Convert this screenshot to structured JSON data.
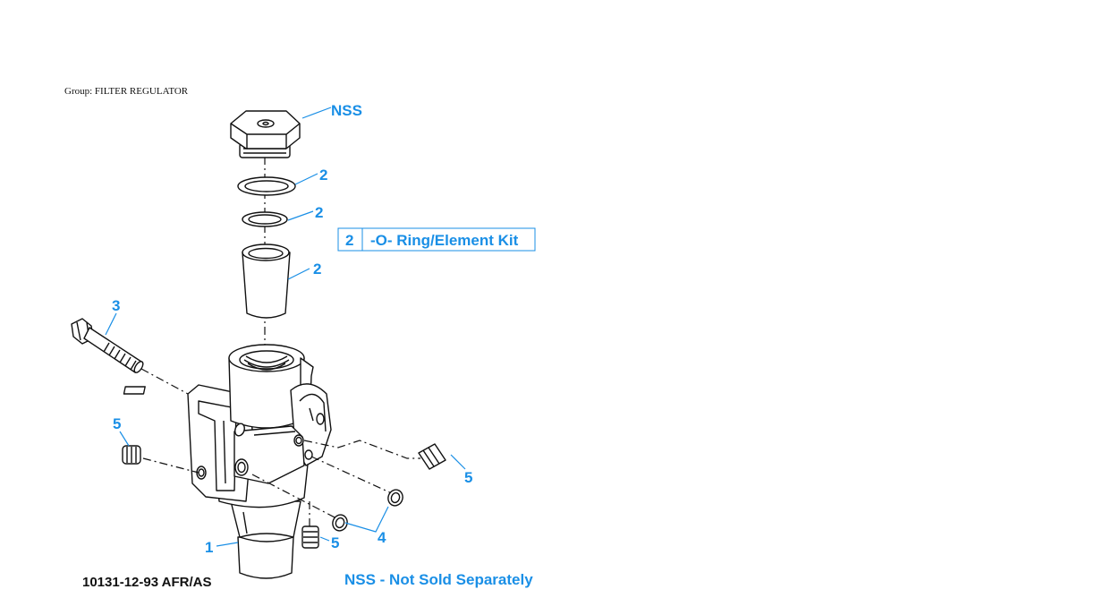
{
  "group": "Group: FILTER REGULATOR",
  "callouts": {
    "nss": "NSS",
    "oring_upper": "2",
    "oring_lower": "2",
    "element": "2",
    "bolt": "3",
    "plug_left": "5",
    "plug_right": "5",
    "plug_bottom": "5",
    "orings_small": "4",
    "body": "1"
  },
  "kit": {
    "number": "2",
    "label": "-O- Ring/Element Kit"
  },
  "figure_id": "10131-12-93 AFR/AS",
  "footnote": "NSS - Not Sold Separately",
  "colors": {
    "callout": "#1a8fe6",
    "line": "#111111"
  }
}
